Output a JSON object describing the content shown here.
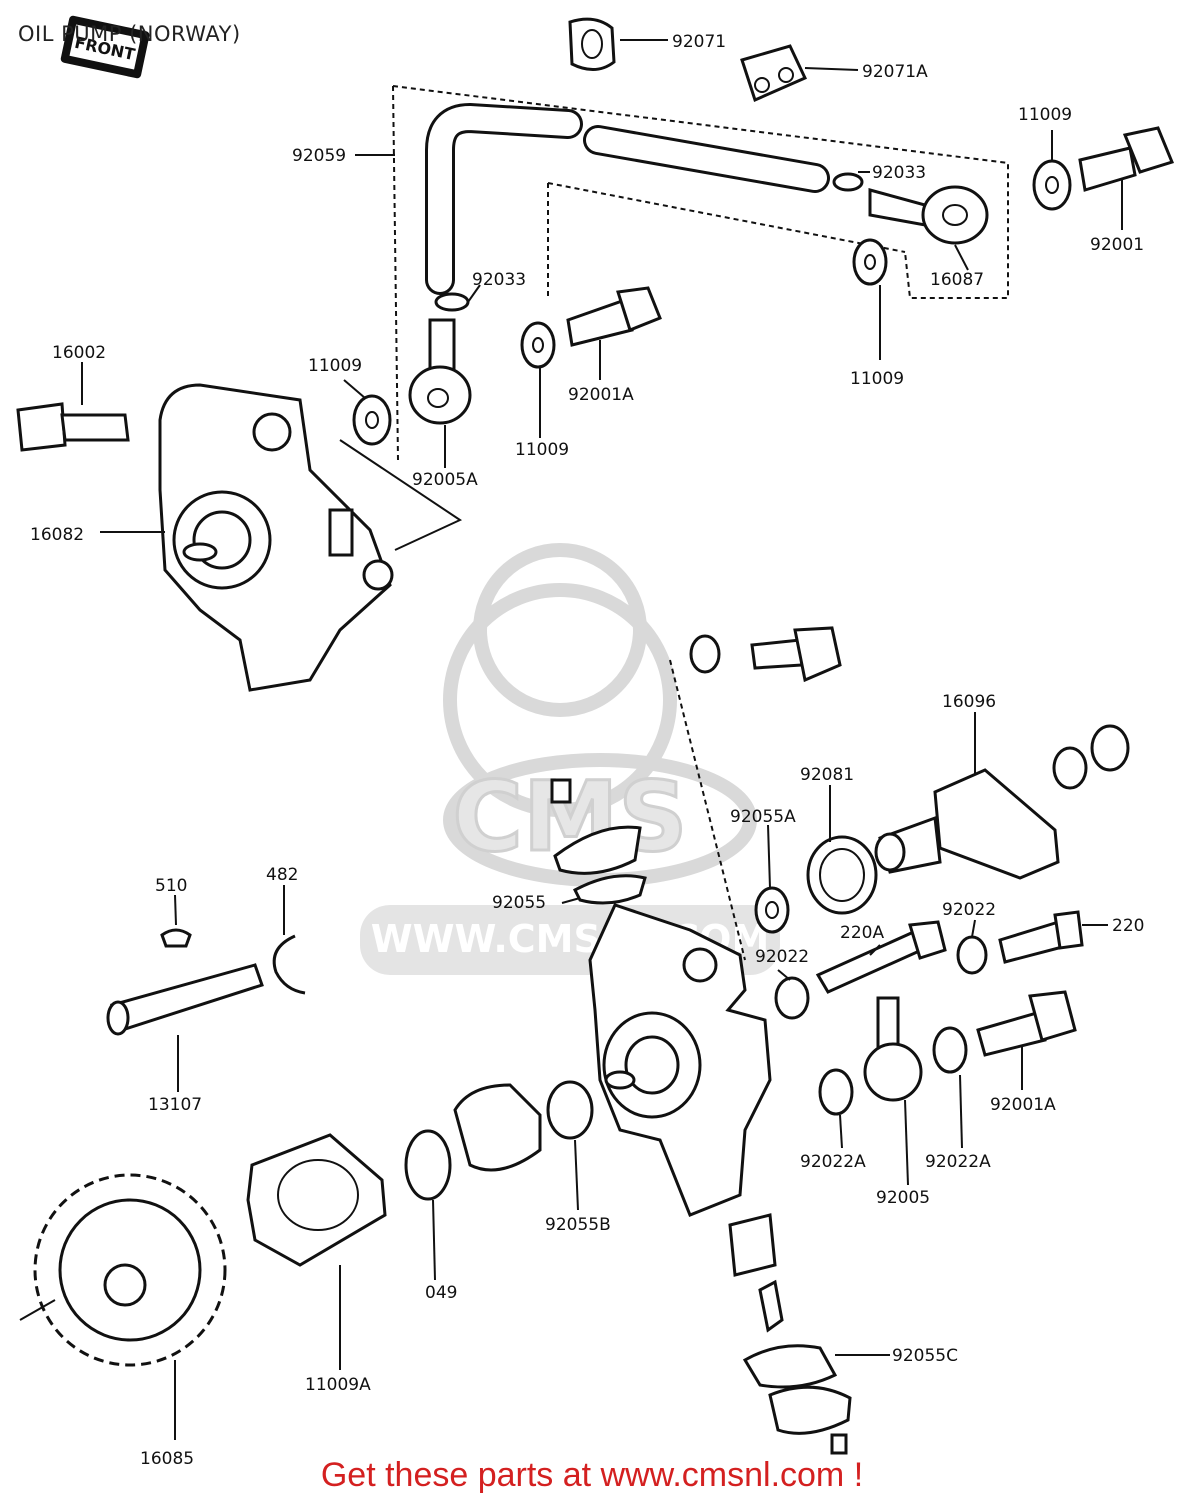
{
  "title": "OIL PUMP (NORWAY)",
  "front_tag": "FRONT",
  "watermark": {
    "brand": "CMS",
    "site": "WWW.CMSNL.COM"
  },
  "footer": "Get these parts at www.cmsnl.com !",
  "labels": {
    "p92071": "92071",
    "p92071A": "92071A",
    "p92059": "92059",
    "p11009_tr": "11009",
    "p92033_top": "92033",
    "p92001": "92001",
    "p16087": "16087",
    "p11009_mr": "11009",
    "p92033_mid": "92033",
    "p16002": "16002",
    "p11009_left": "11009",
    "p92001A_top": "92001A",
    "p11009_mid": "11009",
    "p92005A": "92005A",
    "p16082": "16082",
    "p16096": "16096",
    "p92081": "92081",
    "p92055A": "92055A",
    "p510": "510",
    "p482": "482",
    "p92055": "92055",
    "p92022_right": "92022",
    "p220A": "220A",
    "p220": "220",
    "p92022_mid": "92022",
    "p13107": "13107",
    "p92001A_right": "92001A",
    "p92022A_left": "92022A",
    "p92022A_right": "92022A",
    "p92005": "92005",
    "p92055B": "92055B",
    "p049": "049",
    "p11009A": "11009A",
    "p92055C": "92055C",
    "p16085": "16085"
  }
}
